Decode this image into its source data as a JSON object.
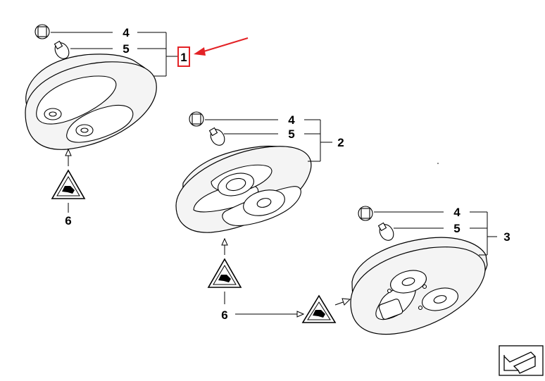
{
  "diagram": {
    "highlighted_callout": "1",
    "colors": {
      "highlight": "#e32226",
      "lines": "#000000",
      "part_fill": "#f4f4f4"
    },
    "groups": [
      {
        "assembly": "1",
        "bulb_holder": "4",
        "bulb": "5",
        "warning": "6"
      },
      {
        "assembly": "2",
        "bulb_holder": "4",
        "bulb": "5",
        "warning": "6"
      },
      {
        "assembly": "3",
        "bulb_holder": "4",
        "bulb": "5"
      }
    ],
    "corner_icon": "view-arrow-icon"
  }
}
